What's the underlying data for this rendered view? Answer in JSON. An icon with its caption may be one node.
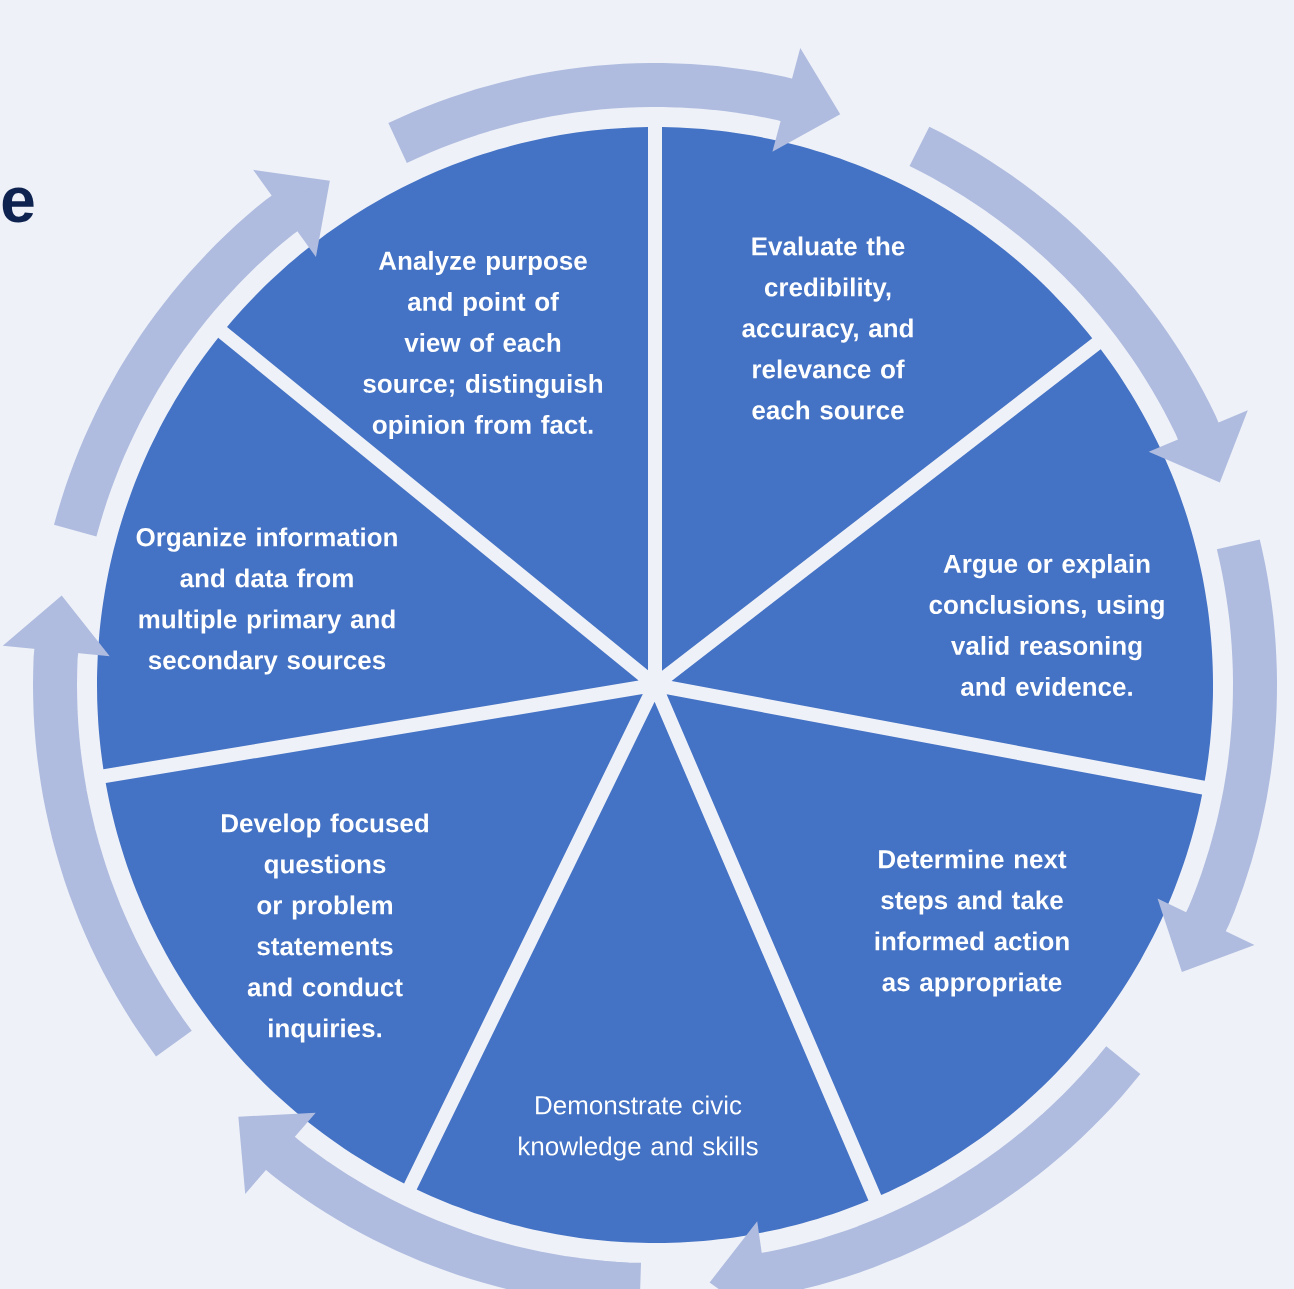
{
  "diagram": {
    "nodes": [
      {
        "text": [
          "Analyze purpose and point of view of each source; distinguish opinion from fact."
        ]
      },
      {
        "text": [
          "Evaluate the credibility, accuracy, and relevance of each source"
        ]
      },
      {
        "text": [
          "Argue or explain conclusions, using valid reasoning and evidence."
        ]
      },
      {
        "text": [
          "Determine next steps and take informed action as appropriate"
        ]
      },
      {
        "text": [
          "Demonstrate civic knowledge and skills"
        ]
      },
      {
        "text": [
          "Develop focused questions or problem statements and conduct inquiries."
        ]
      },
      {
        "text": [
          "Organize information and data from multiple primary and secondary sources"
        ]
      }
    ],
    "edges": [
      {
        "from": 0,
        "to": 1,
        "arrow": "to"
      },
      {
        "from": 1,
        "to": 2,
        "arrow": "to"
      },
      {
        "from": 2,
        "to": 3,
        "arrow": "to"
      },
      {
        "from": 3,
        "to": 4,
        "arrow": "to"
      },
      {
        "from": 4,
        "to": 5,
        "arrow": "to"
      },
      {
        "from": 5,
        "to": 6,
        "arrow": "to"
      },
      {
        "from": 6,
        "to": 0,
        "arrow": "to"
      }
    ],
    "labels": [
      "e"
    ]
  }
}
